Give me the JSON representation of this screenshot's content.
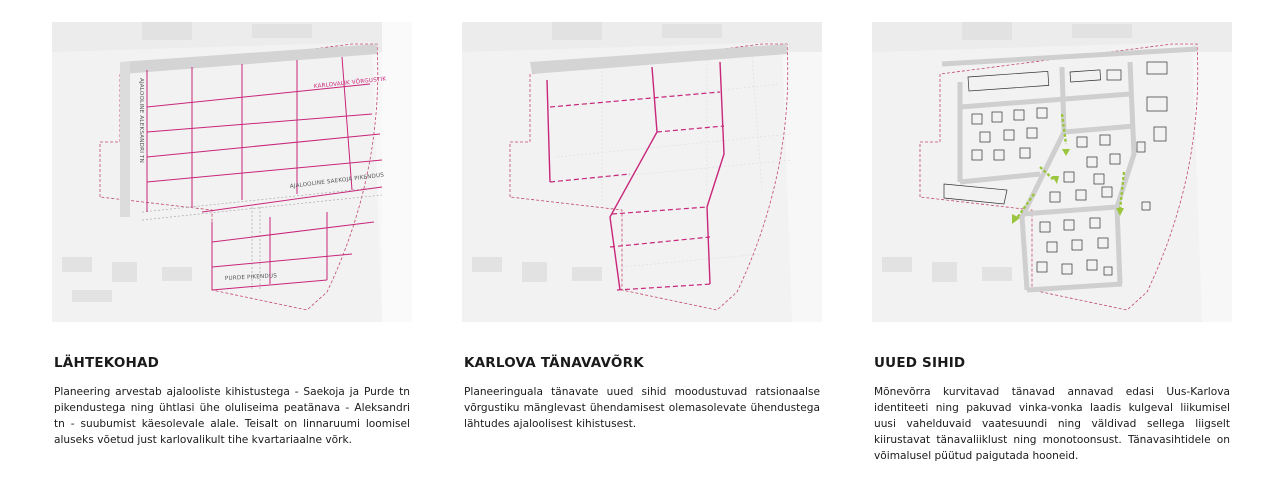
{
  "panels": [
    {
      "title": "LÄHTEKOHAD",
      "text": "Planeering arvestab ajalooliste kihistustega - Saekoja ja Purde tn pikendustega ning ühtlasi ühe oluliseima peatänava - Aleksandri tn - suubumist käesolevale alale. Teisalt on linnaruumi loomisel aluseks võetud just karlovalikult tihe kvartariaalne võrk.",
      "labels": {
        "network": "KARLOVALIK VÕRGUSTIK",
        "aleksandri": "AJALOOLINE ALEKSANDRI TN",
        "saekoja": "AJALOOLINE SAEKOJA PIKENDUS",
        "purde": "PURDE PIKENDUS"
      }
    },
    {
      "title": "KARLOVA TÄNAVAVÕRK",
      "text": "Planeeringuala tänavate uued sihid moodustuvad ratsionaalse võrgustiku mänglevast ühendamisest olemasolevate ühendustega lähtudes ajaloolisest kihistusest."
    },
    {
      "title": "UUED SIHID",
      "text": "Mõnevõrra kurvitavad tänavad annavad edasi Uus-Karlova identiteeti ning pakuvad vinka-vonka laadis kulgeval liikumisel uusi vahelduvaid vaatesuundi ning väldivad sellega liigselt kiirustavat tänavaliiklust ning monotoonsust. Tänavasihtidele on võimalusel püütud paigutada hooneid."
    }
  ],
  "colors": {
    "street": "#c8267a",
    "arrow": "#9bc53d",
    "road": "#cfcfcf",
    "background_block": "#f0f0f0"
  }
}
